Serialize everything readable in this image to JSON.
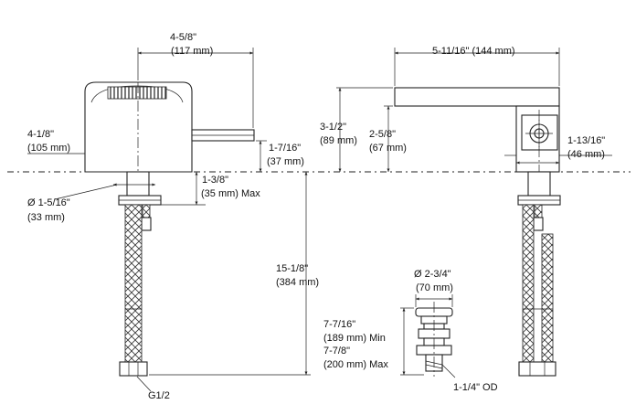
{
  "dimensions": {
    "left_width": "4-5/8\"",
    "left_width_mm": "(117 mm)",
    "left_height": "4-1/8\"",
    "left_height_mm": "(105 mm)",
    "spout_height": "1-7/16\"",
    "spout_height_mm": "(37 mm)",
    "shank_diameter": "Ø 1-5/16\"",
    "shank_diameter_mm": "(33 mm)",
    "deck_thickness": "1-3/8\"",
    "deck_thickness_mm": "(35 mm) Max",
    "hose_length": "15-1/8\"",
    "hose_length_mm": "(384 mm)",
    "connection": "G1/2",
    "right_width": "5-11/16\" (144 mm)",
    "right_height": "3-1/2\"",
    "right_height_mm": "(89 mm)",
    "handle_height": "2-5/8\"",
    "handle_height_mm": "(67 mm)",
    "body_side": "1-13/16\"",
    "body_side_mm": "(46 mm)",
    "drain_diameter": "Ø 2-3/4\"",
    "drain_diameter_mm": "(70 mm)",
    "drain_min": "7-7/16\"",
    "drain_min_mm": "(189 mm) Min",
    "drain_max": "7-7/8\"",
    "drain_max_mm": "(200 mm) Max",
    "tailpiece_od": "1-1/4\" OD"
  }
}
